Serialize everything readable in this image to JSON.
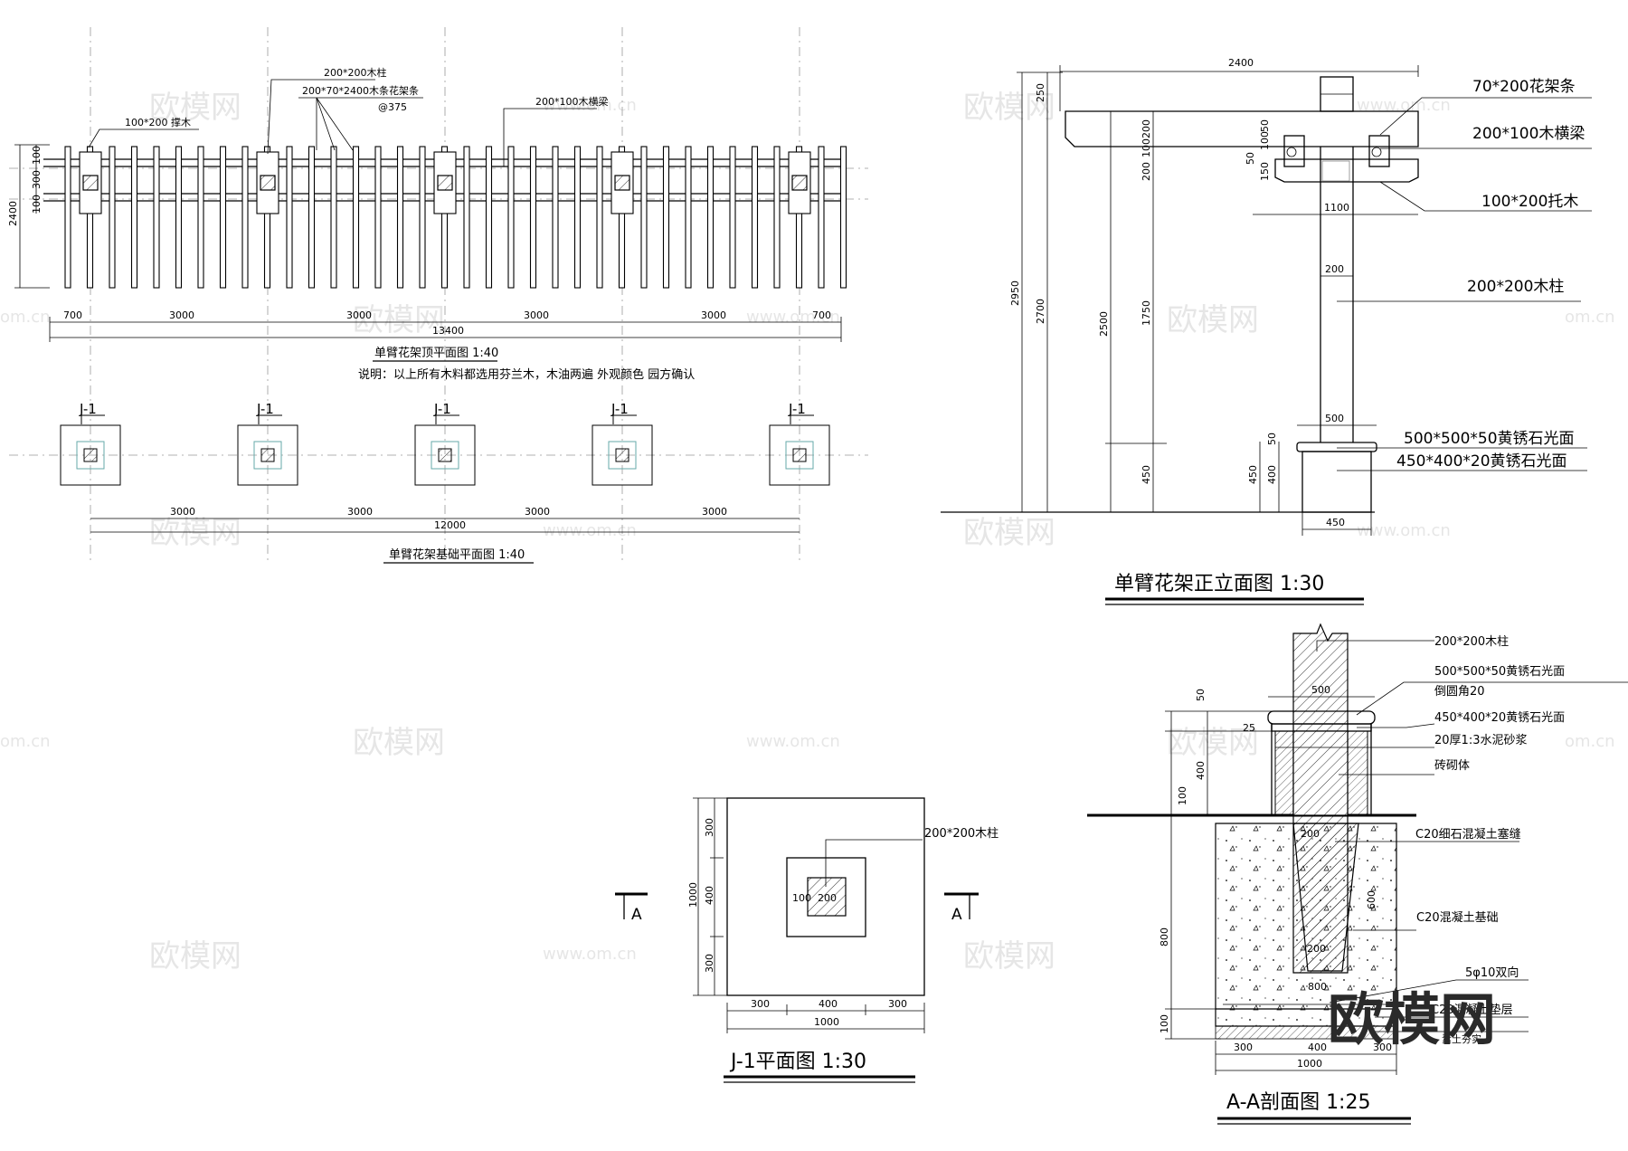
{
  "watermark": {
    "brand": "欧模网",
    "url": "www.om.cn",
    "url_partial": "om.cn"
  },
  "logo": "欧模网",
  "plan_top": {
    "title": "单臂花架顶平面图  1:40",
    "note": "说明：以上所有木料都选用芬兰木，木油两遍 外观颜色 园方确认",
    "labels": {
      "column": "200*200木柱",
      "slats": "200*70*2400木条花架条",
      "spacing": "@375",
      "beam": "200*100木横梁",
      "bracket": "100*200 撑木"
    },
    "dims_h": [
      "700",
      "3000",
      "3000",
      "3000",
      "3000",
      "700"
    ],
    "dim_total": "13400",
    "dims_v": [
      "100",
      "300",
      "100"
    ],
    "dim_v_total": "2400"
  },
  "plan_found": {
    "title": "单臂花架基础平面图  1:40",
    "tag": "J-1",
    "dims": [
      "3000",
      "3000",
      "3000",
      "3000"
    ],
    "dim_total": "12000"
  },
  "elevation": {
    "title": "单臂花架正立面图  1:30",
    "labels": [
      "70*200花架条",
      "200*100木横梁",
      "100*200托木",
      "200*200木柱",
      "500*500*50黄锈石光面",
      "450*400*20黄锈石光面"
    ],
    "dims": {
      "top": "2400",
      "d250": "250",
      "d200a": "200",
      "d50": "50",
      "d100a": "100",
      "d100b": "100",
      "d150": "150",
      "d200b": "200",
      "d1100": "1100",
      "d200c": "200",
      "d500": "500",
      "d450": "450",
      "h2950": "2950",
      "h2700": "2700",
      "h2500": "2500",
      "h1750": "1750",
      "h450a": "450",
      "h450b": "450",
      "h400": "400",
      "h50": "50"
    }
  },
  "j1": {
    "title": "J-1平面图   1:30",
    "label": "200*200木柱",
    "section_mark": "A",
    "dims_v": [
      "300",
      "400",
      "300"
    ],
    "dim_v_total": "1000",
    "dims_h": [
      "300",
      "400",
      "300"
    ],
    "dim_h_total": "1000",
    "inner": [
      "100",
      "200"
    ]
  },
  "section": {
    "title": "A-A剖面图   1:25",
    "labels": [
      "200*200木柱",
      "500*500*50黄锈石光面",
      "倒圆角20",
      "450*400*20黄锈石光面",
      "20厚1:3水泥砂浆",
      "砖砌体",
      "C20细石混凝土塞缝",
      "C20混凝土基础",
      "5φ10双向",
      "C20混凝土垫层",
      "素土夯实"
    ],
    "dims": {
      "d500": "500",
      "d50": "50",
      "d25": "25",
      "d400": "400",
      "d100": "100",
      "d200a": "200",
      "d600": "600",
      "d200b": "200",
      "d800a": "800",
      "d800b": "800",
      "d100b": "100",
      "b300a": "300",
      "b400": "400",
      "b300b": "300",
      "b1000": "1000"
    }
  }
}
